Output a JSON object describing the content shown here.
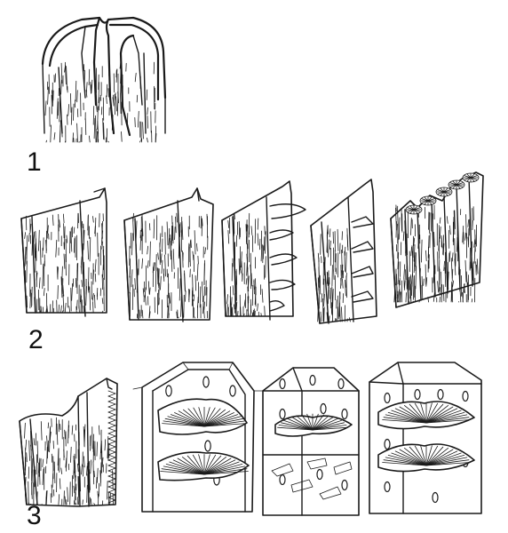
{
  "figure": {
    "panels": [
      {
        "number": "1",
        "label": "1"
      },
      {
        "number": "2",
        "label": "2"
      },
      {
        "number": "3",
        "label": "3"
      }
    ]
  },
  "colors": {
    "ink": "#1a1a1a",
    "paper": "#ffffff"
  }
}
